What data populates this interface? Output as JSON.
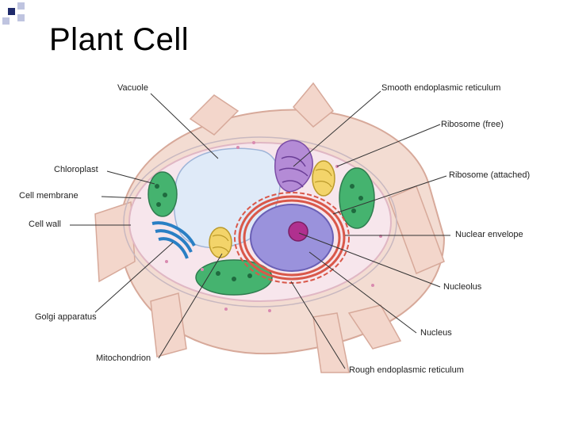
{
  "slide": {
    "title": "Plant Cell"
  },
  "labels": {
    "vacuole": "Vacuole",
    "chloroplast": "Chloroplast",
    "cell_membrane": "Cell membrane",
    "cell_wall": "Cell wall",
    "golgi": "Golgi apparatus",
    "mitochondrion": "Mitochondrion",
    "smooth_er": "Smooth endoplasmic reticulum",
    "ribosome_free": "Ribosome (free)",
    "ribosome_attached": "Ribosome (attached)",
    "nuclear_envelope": "Nuclear envelope",
    "nucleolus": "Nucleolus",
    "nucleus": "Nucleus",
    "rough_er": "Rough endoplasmic reticulum"
  },
  "colors": {
    "deco_dark": "#1f2a6b",
    "deco_light": "#bfc4e0",
    "cell_wall": "#f3dcd2",
    "cytoplasm": "#f7e6ec",
    "vacuole": "#dfeaf8",
    "chloroplast": "#3fae6a",
    "nucleus": "#8f86d6",
    "nucleolus": "#b0308f",
    "rough_er": "#d9584a",
    "golgi": "#2a7fc4",
    "smooth_er": "#a56cc8",
    "mitochondrion": "#e8c74a"
  }
}
